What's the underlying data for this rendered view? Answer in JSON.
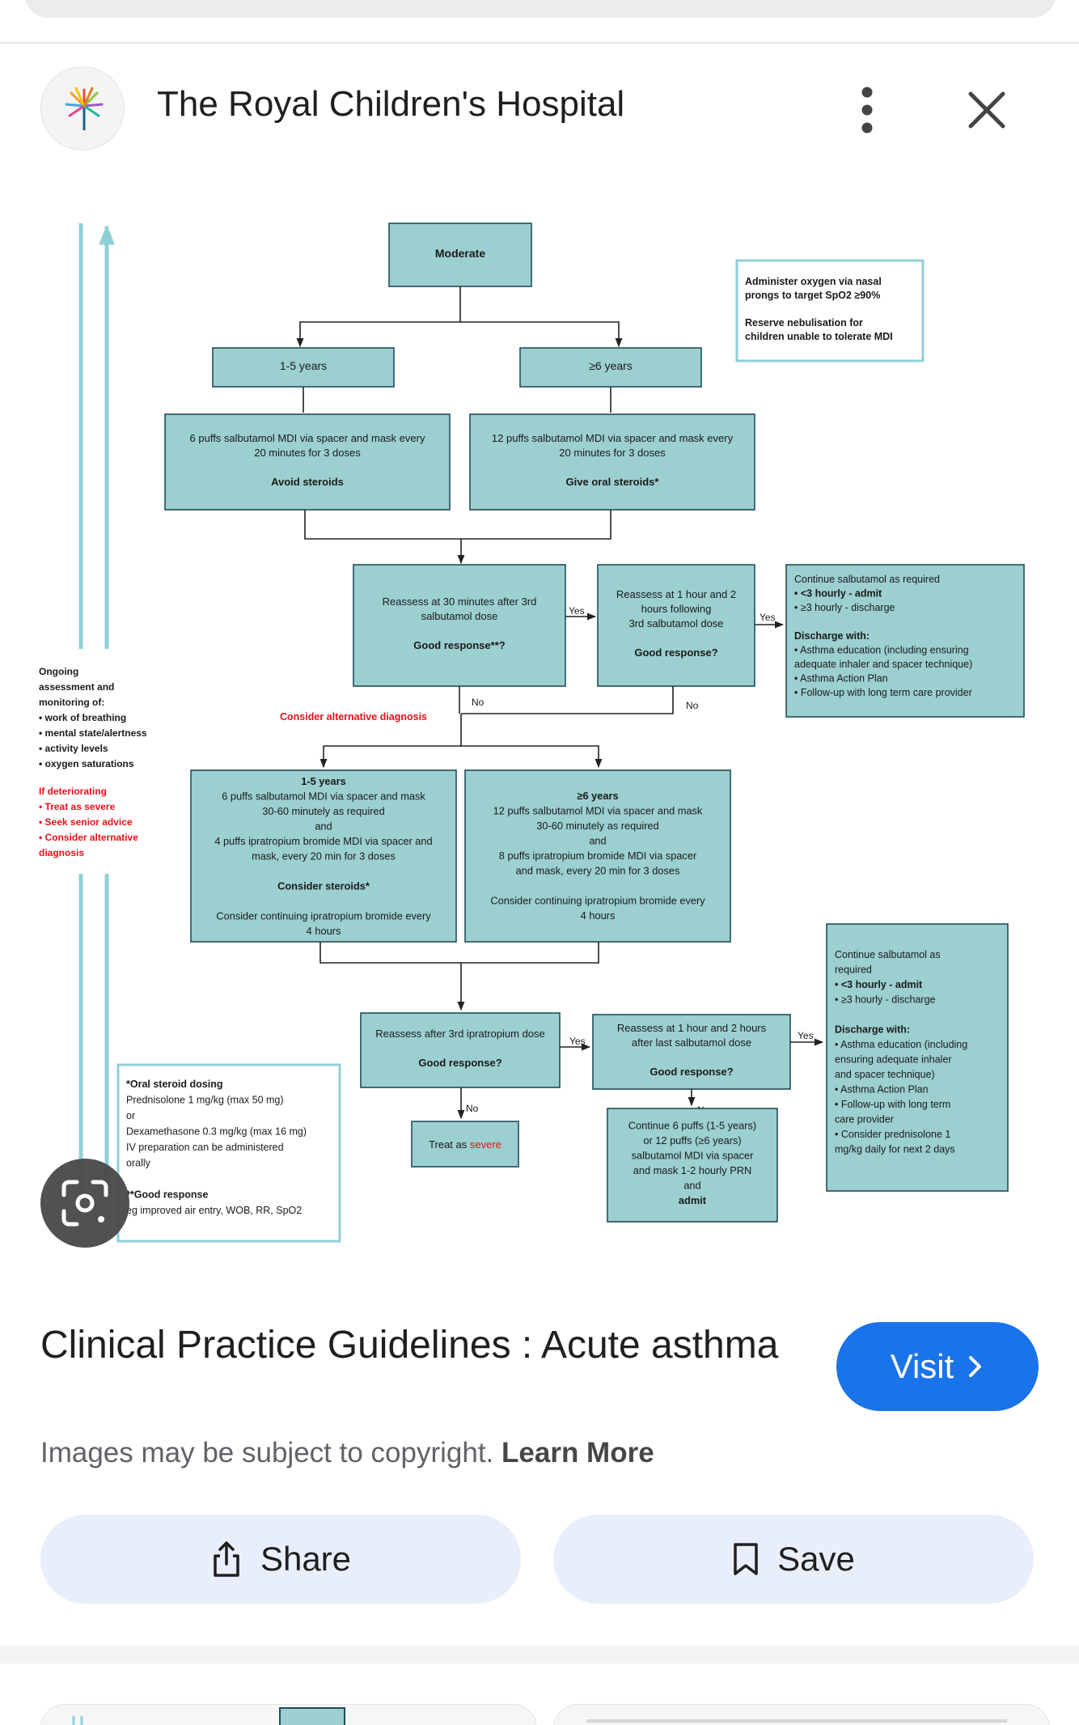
{
  "source": {
    "name": "The Royal Children's Hospital",
    "logo_icon": "rch-tree-logo-icon",
    "more_icon": "more-vert-icon",
    "close_icon": "close-icon"
  },
  "flowchart": {
    "moderate": "Moderate",
    "oxygen_note": [
      "Administer oxygen via nasal",
      "prongs to target SpO2 ≥90%",
      "",
      "Reserve nebulisation for",
      "children unable to tolerate MDI"
    ],
    "age_1_5": "1-5 years",
    "age_6plus": "≥6 years",
    "dose_young": [
      "6 puffs salbutamol MDI via spacer and mask every",
      "20 minutes for 3 doses",
      "",
      "Avoid steroids"
    ],
    "dose_old": [
      "12 puffs salbutamol MDI via spacer and mask every",
      "20 minutes for 3 doses",
      "",
      "Give oral steroids*"
    ],
    "reassess_30": [
      "Reassess at 30 minutes after 3rd",
      "salbutamol dose",
      "",
      "Good response**?"
    ],
    "reassess_1h": [
      "Reassess at 1 hour and 2",
      "hours following",
      "3rd salbutamol dose",
      "",
      "Good response?"
    ],
    "continue_1": [
      "Continue salbutamol as required",
      "• <3 hourly - admit",
      "• ≥3 hourly - discharge",
      "",
      "Discharge with:",
      "• Asthma education (including ensuring",
      "  adequate inhaler and spacer technique)",
      "• Asthma Action Plan",
      "• Follow-up with long term care provider"
    ],
    "yes": "Yes",
    "no": "No",
    "alt_diagnosis": "Consider alternative diagnosis",
    "ongoing": [
      "Ongoing",
      "assessment and",
      "monitoring of:",
      "• work of breathing",
      "• mental state/alertness",
      "• activity levels",
      "• oxygen saturations"
    ],
    "deteriorating": [
      "If deteriorating",
      "• Treat as severe",
      "• Seek senior advice",
      "• Consider alternative",
      "  diagnosis"
    ],
    "ipra_young": [
      "1-5 years",
      "6 puffs salbutamol MDI via spacer and mask",
      "30-60 minutely as required",
      "and",
      "4 puffs ipratropium bromide MDI via spacer and",
      "mask, every 20 min for 3 doses",
      "",
      "Consider steroids*",
      "",
      "Consider continuing ipratropium bromide every",
      "4 hours"
    ],
    "ipra_old": [
      "≥6 years",
      "12 puffs salbutamol MDI via spacer and mask",
      "30-60 minutely as required",
      "and",
      "8 puffs ipratropium bromide MDI via spacer",
      "and mask, every 20 min for 3 doses",
      "",
      "Consider continuing ipratropium bromide every",
      "4 hours"
    ],
    "reassess_ipra": [
      "Reassess after 3rd ipratropium dose",
      "",
      "Good response?"
    ],
    "reassess_last": [
      "Reassess at 1 hour and 2 hours",
      "after last salbutamol dose",
      "",
      "Good response?"
    ],
    "continue_2": [
      "Continue salbutamol as",
      "required",
      "• <3 hourly - admit",
      "• ≥3 hourly - discharge",
      "",
      "Discharge with:",
      "• Asthma education (including",
      "  ensuring adequate inhaler",
      "  and spacer technique)",
      "• Asthma Action Plan",
      "• Follow-up with long term",
      "  care provider",
      "• Consider prednisolone 1",
      "  mg/kg daily for next 2 days"
    ],
    "treat_severe_prefix": "Treat as ",
    "treat_severe_word": "severe",
    "continue_6": [
      "Continue 6 puffs (1-5 years)",
      "or 12 puffs (≥6 years)",
      "salbutamol MDI via spacer",
      "and mask 1-2 hourly PRN",
      "and",
      "admit"
    ],
    "steroid_note": [
      "*Oral steroid dosing",
      "Prednisolone 1 mg/kg (max 50 mg)",
      "or",
      "Dexamethasone 0.3 mg/kg (max 16 mg)",
      "IV preparation can be administered",
      "orally",
      "",
      "**Good response",
      "eg improved air entry, WOB, RR, SpO2"
    ],
    "colors": {
      "box_fill": "#9ccfd0",
      "box_stroke": "#1f4e5a",
      "note_stroke": "#8fd0d8",
      "arrow_side": "#8fd0d8",
      "alert_red": "#e8111b"
    }
  },
  "lens_icon": "google-lens-icon",
  "result": {
    "title": "Clinical Practice Guidelines : Acute asthma",
    "visit_label": "Visit",
    "copyright_text": "Images may be subject to copyright.",
    "learn_more": "Learn More",
    "share_label": "Share",
    "save_label": "Save",
    "accent": "#1a73e8"
  }
}
